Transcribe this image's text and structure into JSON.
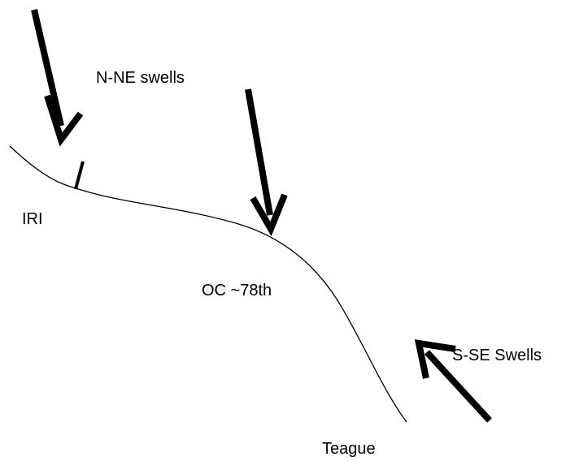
{
  "colors": {
    "background": "#ffffff",
    "ink": "#000000"
  },
  "labels": {
    "nne_swells": "N-NE swells",
    "iri": "IRI",
    "oc": "OC ~78th",
    "sse_swells": "S-SE Swells",
    "teague": "Teague"
  },
  "icons": {
    "arrow_left": "arrow-down-icon",
    "arrow_mid": "arrow-down-icon",
    "arrow_right": "arrow-up-left-icon"
  }
}
